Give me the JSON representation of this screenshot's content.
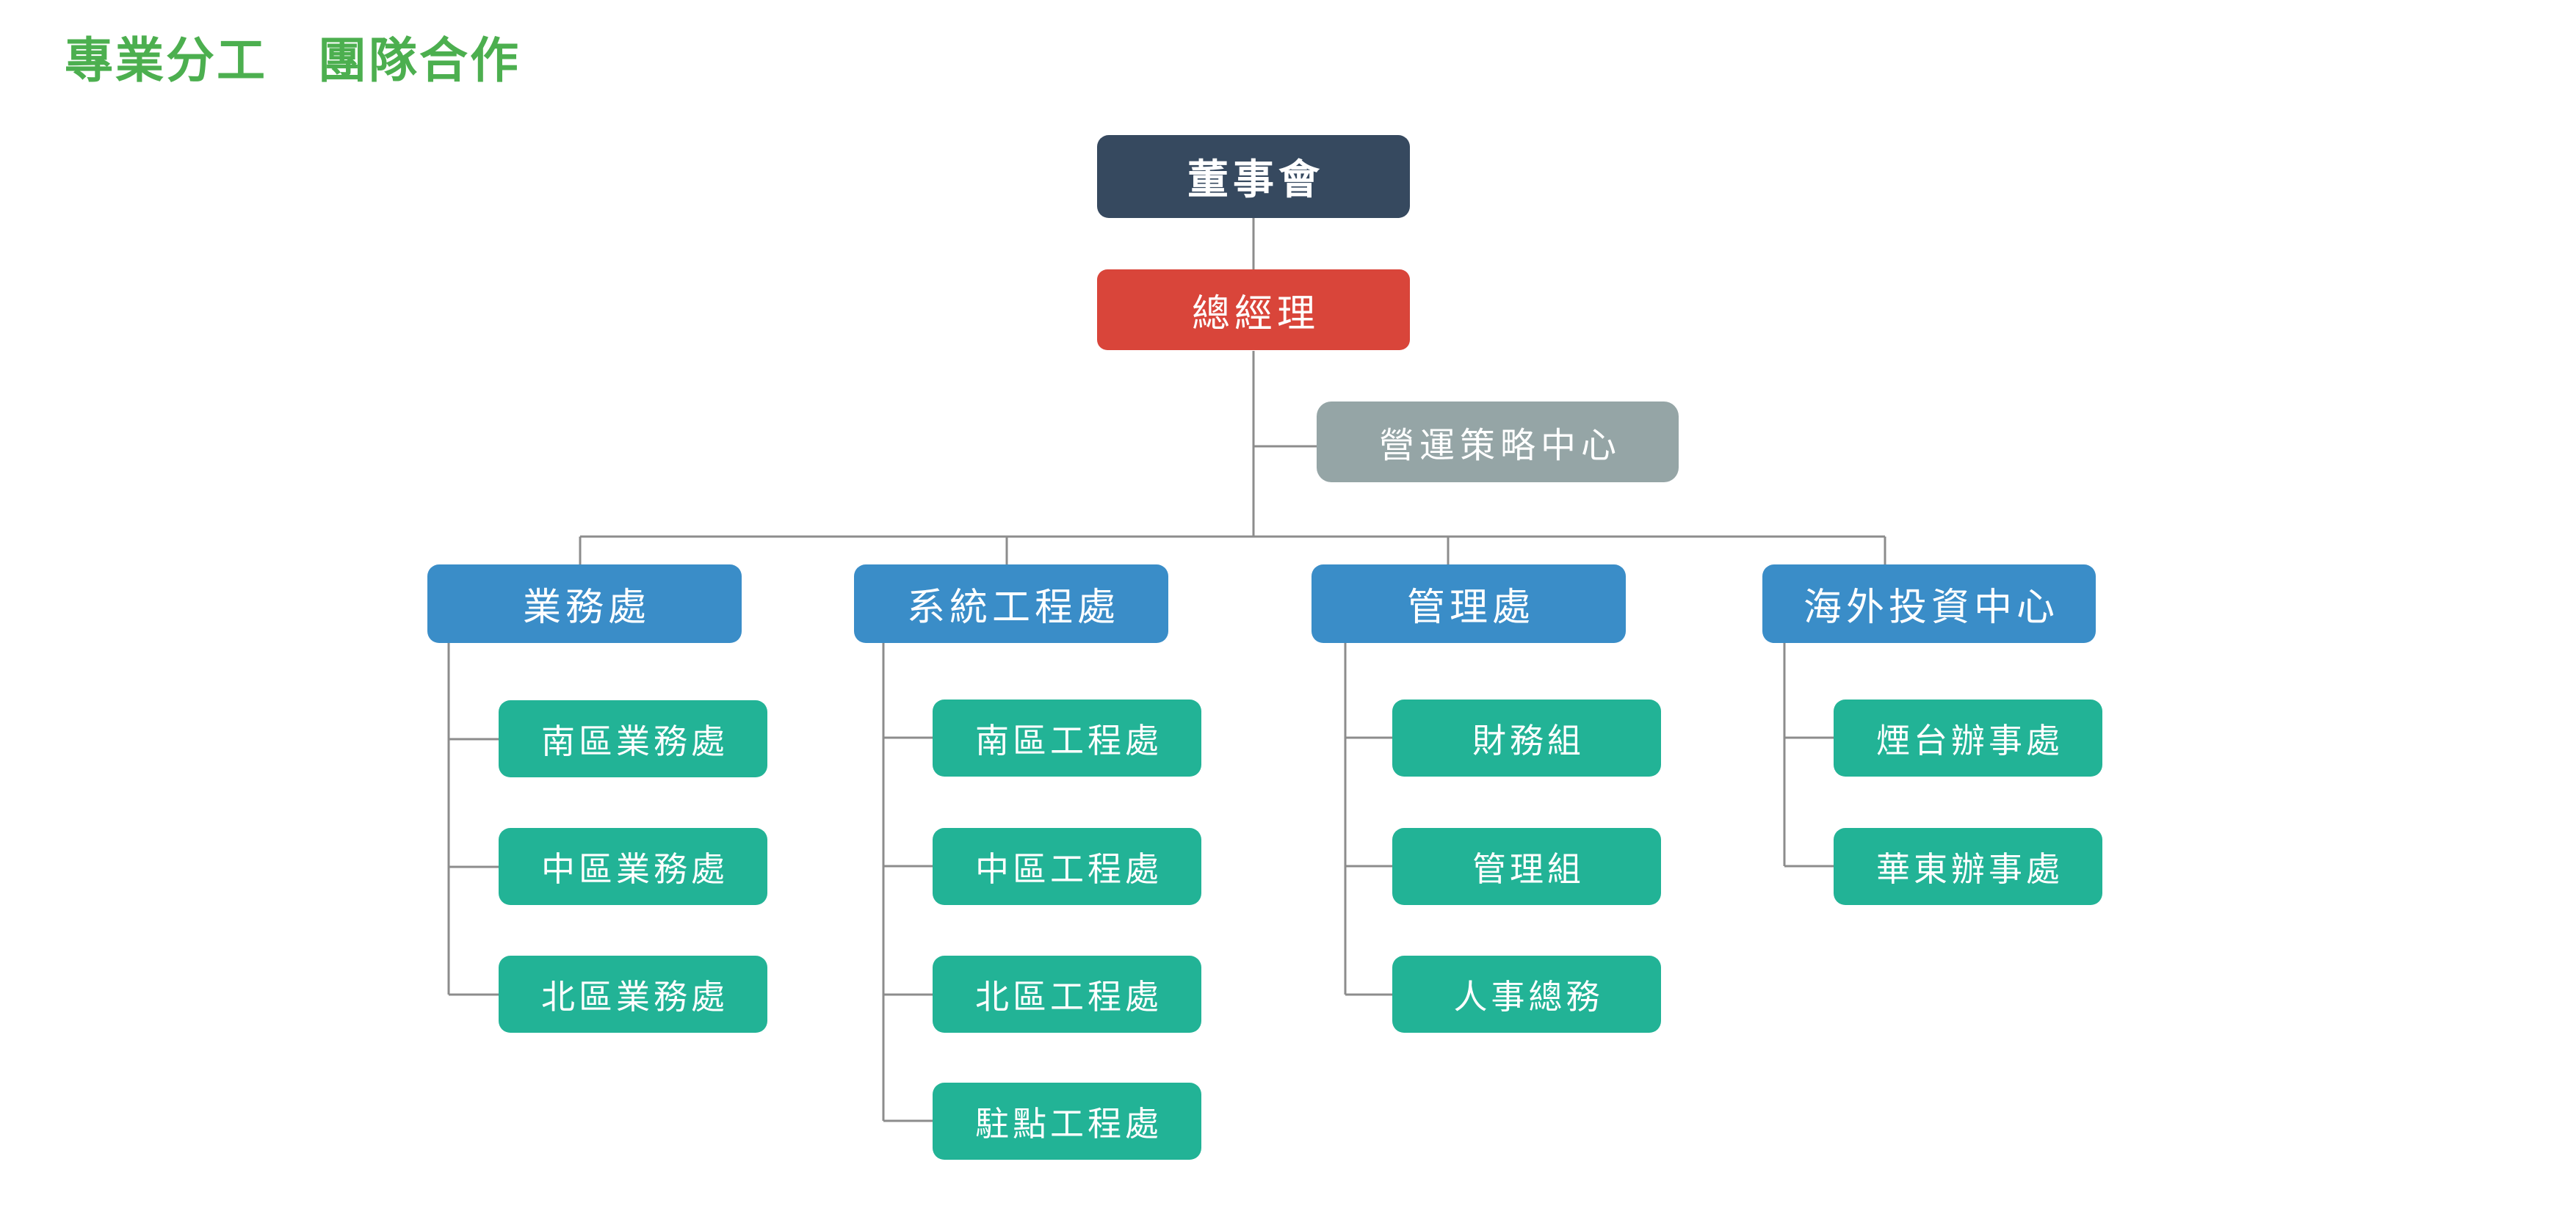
{
  "title": "專業分工　團隊合作",
  "colors": {
    "title_green": "#4caf4f",
    "board_navy": "#36495f",
    "gm_red": "#d9453a",
    "strategy_gray": "#95a5a6",
    "dept_blue": "#3a8dc8",
    "unit_green": "#22b396",
    "connector_gray": "#8c8c8c",
    "background": "#ffffff"
  },
  "chart_data": {
    "type": "diagram",
    "subtype": "org-chart",
    "title": "專業分工　團隊合作",
    "orientation": "top-down",
    "nodes": [
      {
        "id": "board",
        "label": "董事會",
        "level": 0,
        "color": "#36495f"
      },
      {
        "id": "gm",
        "label": "總經理",
        "level": 1,
        "color": "#d9453a"
      },
      {
        "id": "strategy",
        "label": "營運策略中心",
        "level": 2,
        "color": "#95a5a6",
        "attachment": "staff"
      },
      {
        "id": "sales",
        "label": "業務處",
        "level": 3,
        "color": "#3a8dc8"
      },
      {
        "id": "eng",
        "label": "系統工程處",
        "level": 3,
        "color": "#3a8dc8"
      },
      {
        "id": "admin",
        "label": "管理處",
        "level": 3,
        "color": "#3a8dc8"
      },
      {
        "id": "overseas",
        "label": "海外投資中心",
        "level": 3,
        "color": "#3a8dc8"
      },
      {
        "id": "sales-s",
        "label": "南區業務處",
        "level": 4,
        "color": "#22b396",
        "parent": "sales"
      },
      {
        "id": "sales-c",
        "label": "中區業務處",
        "level": 4,
        "color": "#22b396",
        "parent": "sales"
      },
      {
        "id": "sales-n",
        "label": "北區業務處",
        "level": 4,
        "color": "#22b396",
        "parent": "sales"
      },
      {
        "id": "eng-s",
        "label": "南區工程處",
        "level": 4,
        "color": "#22b396",
        "parent": "eng"
      },
      {
        "id": "eng-c",
        "label": "中區工程處",
        "level": 4,
        "color": "#22b396",
        "parent": "eng"
      },
      {
        "id": "eng-n",
        "label": "北區工程處",
        "level": 4,
        "color": "#22b396",
        "parent": "eng"
      },
      {
        "id": "eng-site",
        "label": "駐點工程處",
        "level": 4,
        "color": "#22b396",
        "parent": "eng"
      },
      {
        "id": "fin",
        "label": "財務組",
        "level": 4,
        "color": "#22b396",
        "parent": "admin"
      },
      {
        "id": "mgmt",
        "label": "管理組",
        "level": 4,
        "color": "#22b396",
        "parent": "admin"
      },
      {
        "id": "hr",
        "label": "人事總務",
        "level": 4,
        "color": "#22b396",
        "parent": "admin"
      },
      {
        "id": "yantai",
        "label": "煙台辦事處",
        "level": 4,
        "color": "#22b396",
        "parent": "overseas"
      },
      {
        "id": "huadong",
        "label": "華東辦事處",
        "level": 4,
        "color": "#22b396",
        "parent": "overseas"
      }
    ],
    "edges": [
      {
        "from": "board",
        "to": "gm"
      },
      {
        "from": "gm",
        "to": "strategy",
        "style": "staff-branch"
      },
      {
        "from": "gm",
        "to": "sales"
      },
      {
        "from": "gm",
        "to": "eng"
      },
      {
        "from": "gm",
        "to": "admin"
      },
      {
        "from": "gm",
        "to": "overseas"
      },
      {
        "from": "sales",
        "to": "sales-s"
      },
      {
        "from": "sales",
        "to": "sales-c"
      },
      {
        "from": "sales",
        "to": "sales-n"
      },
      {
        "from": "eng",
        "to": "eng-s"
      },
      {
        "from": "eng",
        "to": "eng-c"
      },
      {
        "from": "eng",
        "to": "eng-n"
      },
      {
        "from": "eng",
        "to": "eng-site"
      },
      {
        "from": "admin",
        "to": "fin"
      },
      {
        "from": "admin",
        "to": "mgmt"
      },
      {
        "from": "admin",
        "to": "hr"
      },
      {
        "from": "overseas",
        "to": "yantai"
      },
      {
        "from": "overseas",
        "to": "huadong"
      }
    ]
  },
  "chart": {
    "board": "董事會",
    "gm": "總經理",
    "strategy": "營運策略中心",
    "departments": [
      {
        "label": "業務處",
        "children": [
          "南區業務處",
          "中區業務處",
          "北區業務處"
        ]
      },
      {
        "label": "系統工程處",
        "children": [
          "南區工程處",
          "中區工程處",
          "北區工程處",
          "駐點工程處"
        ]
      },
      {
        "label": "管理處",
        "children": [
          "財務組",
          "管理組",
          "人事總務"
        ]
      },
      {
        "label": "海外投資中心",
        "children": [
          "煙台辦事處",
          "華東辦事處"
        ]
      }
    ]
  }
}
